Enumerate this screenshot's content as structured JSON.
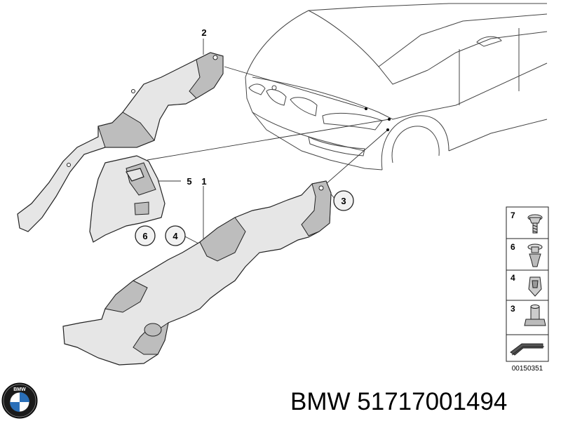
{
  "callouts": {
    "c1": "1",
    "c2": "2",
    "c3": "3",
    "c4": "4",
    "c5": "5",
    "c6": "6"
  },
  "legend": {
    "items": [
      {
        "number": "7",
        "icon": "screw-icon"
      },
      {
        "number": "6",
        "icon": "expanding-rivet-icon"
      },
      {
        "number": "4",
        "icon": "clip-nut-icon"
      },
      {
        "number": "3",
        "icon": "plastic-nut-icon"
      }
    ],
    "reference_number": "00150351"
  },
  "logo": {
    "text": "BMW"
  },
  "caption": {
    "text": "BMW 51717001494"
  }
}
